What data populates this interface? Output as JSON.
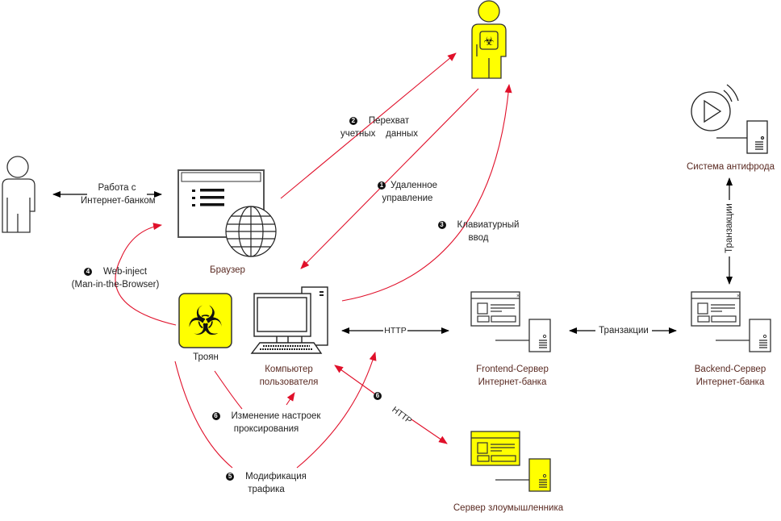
{
  "colors": {
    "attack": "#e0102a",
    "normal": "#000000",
    "malicious_fill": "#ffff00",
    "node_label": "#5a2a22"
  },
  "nodes": {
    "user": {
      "label": "",
      "icon": "person-icon"
    },
    "attacker": {
      "label": "",
      "icon": "hazmat-person-icon"
    },
    "browser": {
      "label": "Браузер",
      "icon": "browser-globe-icon"
    },
    "trojan": {
      "label": "Троян",
      "icon": "biohazard-icon"
    },
    "computer": {
      "label": "Компьютер пользователя",
      "line1": "Компьютер",
      "line2": "пользователя",
      "icon": "desktop-computer-icon"
    },
    "frontend": {
      "line1": "Frontend-Сервер",
      "line2": "Интернет-банка",
      "icon": "web-server-icon"
    },
    "backend": {
      "line1": "Backend-Сервер",
      "line2": "Интернет-банка",
      "icon": "web-server-icon"
    },
    "antifraud": {
      "label": "Система антифрода",
      "icon": "antifraud-server-icon"
    },
    "attacker_server": {
      "label": "Сервер злоумышленника",
      "icon": "malicious-server-icon"
    }
  },
  "edges": {
    "user_browser": {
      "line1": "Работа с",
      "line2": "Интернет-банком"
    },
    "computer_frontend": {
      "label": "HTTP"
    },
    "frontend_backend": {
      "label": "Транзакции"
    },
    "backend_antifraud": {
      "label": "Транзакции"
    },
    "computer_attacker_server": {
      "label": "HTTP",
      "step": "6"
    }
  },
  "steps": [
    {
      "num": "1",
      "line1": "Удаленное",
      "line2": "управление"
    },
    {
      "num": "2",
      "line1": "Перехват",
      "line2": "учетных    данных"
    },
    {
      "num": "3",
      "line1": "Клавиатурный",
      "line2": "ввод"
    },
    {
      "num": "4",
      "line1": "Web-inject",
      "line2": "(Man-in-the-Browser)"
    },
    {
      "num": "5",
      "line1": "Модификация",
      "line2": "трафика"
    },
    {
      "num": "6",
      "line1": "Изменение настроек",
      "line2": "проксирования"
    }
  ]
}
